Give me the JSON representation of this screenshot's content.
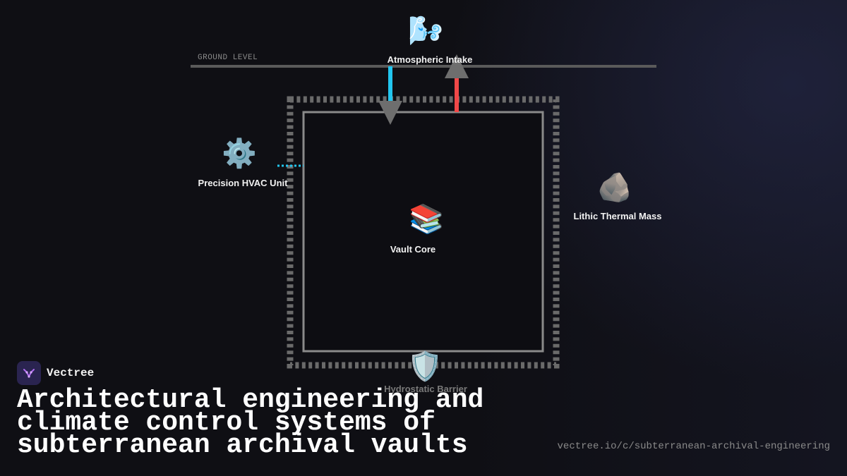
{
  "diagram": {
    "ground_label": "GROUND LEVEL",
    "nodes": {
      "intake": {
        "label": "Atmospheric Intake",
        "icon": "wind-face-icon",
        "glyph": "🌬️"
      },
      "hvac": {
        "label": "Precision HVAC Unit",
        "icon": "gear-icon",
        "glyph": "⚙️"
      },
      "core": {
        "label": "Vault Core",
        "icon": "books-icon",
        "glyph": "📚"
      },
      "thermal": {
        "label": "Lithic Thermal Mass",
        "icon": "rock-icon",
        "glyph": "🪨"
      },
      "barrier": {
        "label": "Hydrostatic Barrier",
        "icon": "shield-icon",
        "glyph": "🛡️"
      }
    },
    "colors": {
      "supply_air": "#22c6f0",
      "exhaust_air": "#f04848",
      "walls": "#7a7a7a",
      "arrowhead": "#6e6e6e"
    }
  },
  "brand": {
    "name": "Vectree",
    "accent": "#b06cf0"
  },
  "title": "Architectural engineering and climate control systems of subterranean archival vaults",
  "url": "vectree.io/c/subterranean-archival-engineering"
}
